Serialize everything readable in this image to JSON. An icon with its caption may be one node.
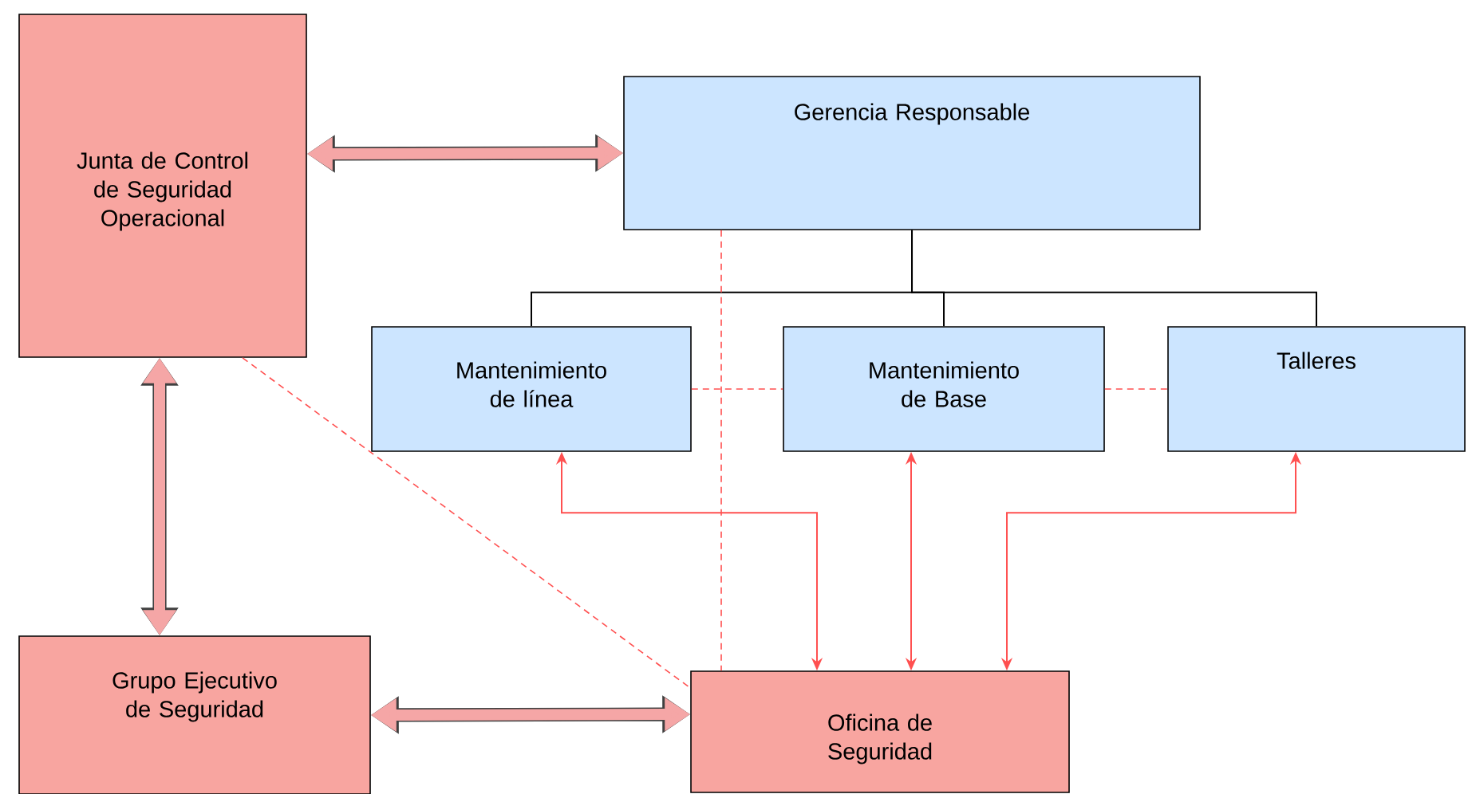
{
  "diagram": {
    "nodes": [
      {
        "text": [
          "Junta de Control de Seguridad Operacional"
        ]
      },
      {
        "text": [
          "Gerencia Responsable"
        ]
      },
      {
        "text": [
          "Mantenimiento de línea"
        ]
      },
      {
        "text": [
          "Mantenimiento de Base"
        ]
      },
      {
        "text": [
          "Talleres"
        ]
      },
      {
        "text": [
          "Grupo Ejecutivo de Seguridad"
        ]
      },
      {
        "text": [
          "Oficina de Seguridad"
        ]
      }
    ],
    "edges": [
      {
        "from": 0,
        "to": 1,
        "arrow": "both",
        "style": "thick"
      },
      {
        "from": 1,
        "to": 2,
        "arrow": "none",
        "color": "#000000"
      },
      {
        "from": 1,
        "to": 3,
        "arrow": "none",
        "color": "#000000"
      },
      {
        "from": 1,
        "to": 4,
        "arrow": "none",
        "color": "#000000"
      },
      {
        "from": 0,
        "to": 5,
        "arrow": "both",
        "style": "thick"
      },
      {
        "from": 5,
        "to": 6,
        "arrow": "both",
        "style": "thick"
      },
      {
        "from": 6,
        "to": 2,
        "arrow": "both",
        "color": "#ff5050"
      },
      {
        "from": 6,
        "to": 3,
        "arrow": "both",
        "color": "#ff5050"
      },
      {
        "from": 6,
        "to": 4,
        "arrow": "both",
        "color": "#ff5050"
      },
      {
        "from": 1,
        "to": 6,
        "arrow": "none",
        "style": "dashed",
        "color": "#ff5050"
      },
      {
        "from": 0,
        "to": 6,
        "arrow": "none",
        "style": "dashed",
        "color": "#ff5050"
      },
      {
        "from": 2,
        "to": 3,
        "arrow": "none",
        "style": "dashed",
        "color": "#ff5050"
      },
      {
        "from": 3,
        "to": 4,
        "arrow": "none",
        "style": "dashed",
        "color": "#ff5050"
      }
    ]
  }
}
